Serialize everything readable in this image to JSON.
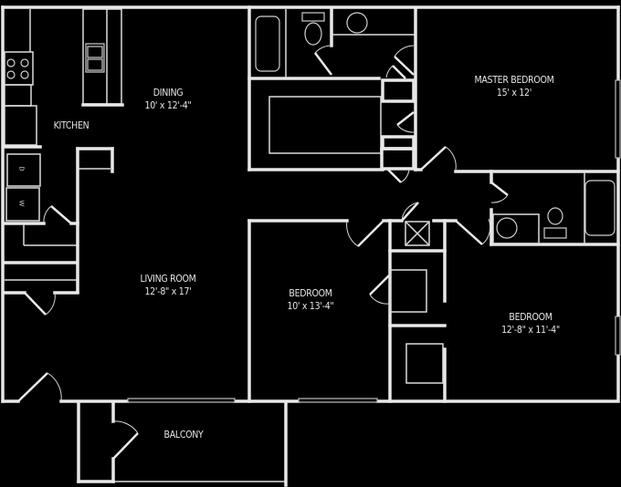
{
  "floorplan": {
    "rooms": [
      {
        "id": "dining",
        "name": "DINING",
        "size": "10' x 12'-4\""
      },
      {
        "id": "kitchen",
        "name": "KITCHEN",
        "size": ""
      },
      {
        "id": "living",
        "name": "LIVING ROOM",
        "size": "12'-8\" x 17'"
      },
      {
        "id": "master",
        "name": "MASTER BEDROOM",
        "size": "15' x 12'"
      },
      {
        "id": "bedroom2",
        "name": "BEDROOM",
        "size": "10' x 13'-4\""
      },
      {
        "id": "bedroom3",
        "name": "BEDROOM",
        "size": "12'-8\" x 11'-4\""
      },
      {
        "id": "balcony",
        "name": "BALCONY",
        "size": ""
      }
    ],
    "appliances": {
      "dryer": "D",
      "washer": "W"
    },
    "colors": {
      "background": "#000000",
      "walls": "#e8e8e8"
    }
  }
}
